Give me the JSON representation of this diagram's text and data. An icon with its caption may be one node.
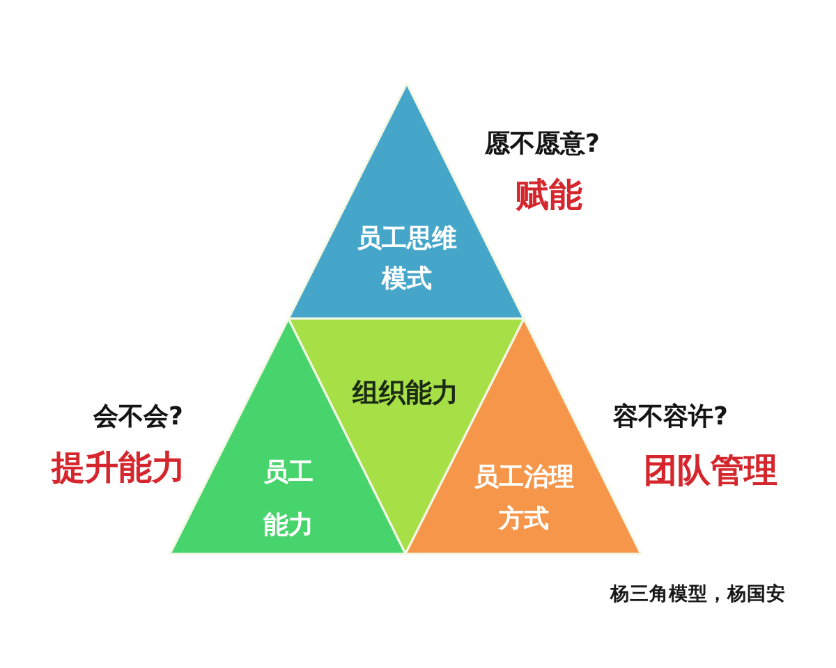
{
  "diagram": {
    "nodes": [
      {
        "text": [
          "员工思维模式"
        ],
        "beside": [
          "愿不愿意?",
          "赋能"
        ]
      },
      {
        "text": [
          "组织能力"
        ]
      },
      {
        "text": [
          "员工能力"
        ],
        "beside": [
          "会不会?",
          "提升能力"
        ]
      },
      {
        "text": [
          "员工治理方式"
        ],
        "beside": [
          "容不容许?",
          "团队管理"
        ]
      }
    ],
    "labels": [
      "杨三角模型，杨国安"
    ]
  }
}
